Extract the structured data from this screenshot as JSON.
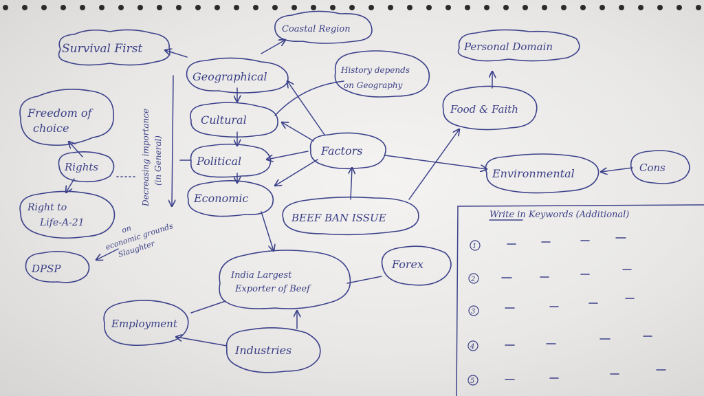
{
  "nodes": {
    "survival": "Survival First",
    "coastal": "Coastal Region",
    "personal": "Personal Domain",
    "geographical": "Geographical",
    "history": [
      "History depends",
      "on Geography"
    ],
    "freedom": [
      "Freedom of",
      "choice"
    ],
    "cultural": "Cultural",
    "food_faith": "Food & Faith",
    "factors": "Factors",
    "rights": "Rights",
    "political": "Political",
    "environmental": "Environmental",
    "cons": "Cons",
    "right_to_life": [
      "Right to",
      "Life-A-21"
    ],
    "economic": "Economic",
    "beef_ban": "BEEF BAN ISSUE",
    "dpsp": "DPSP",
    "india_exporter": [
      "India Largest",
      "Exporter of Beef"
    ],
    "forex": "Forex",
    "employment": "Employment",
    "industries": "Industries"
  },
  "annotations": {
    "decreasing": [
      "Decreasing importance",
      "(in General)"
    ],
    "economic_grounds": [
      "on",
      "economic grounds",
      "Slaughter"
    ]
  },
  "notes": {
    "heading": "Write in Keywords (Additional)",
    "items": [
      "1",
      "2",
      "3",
      "4",
      "5"
    ]
  }
}
